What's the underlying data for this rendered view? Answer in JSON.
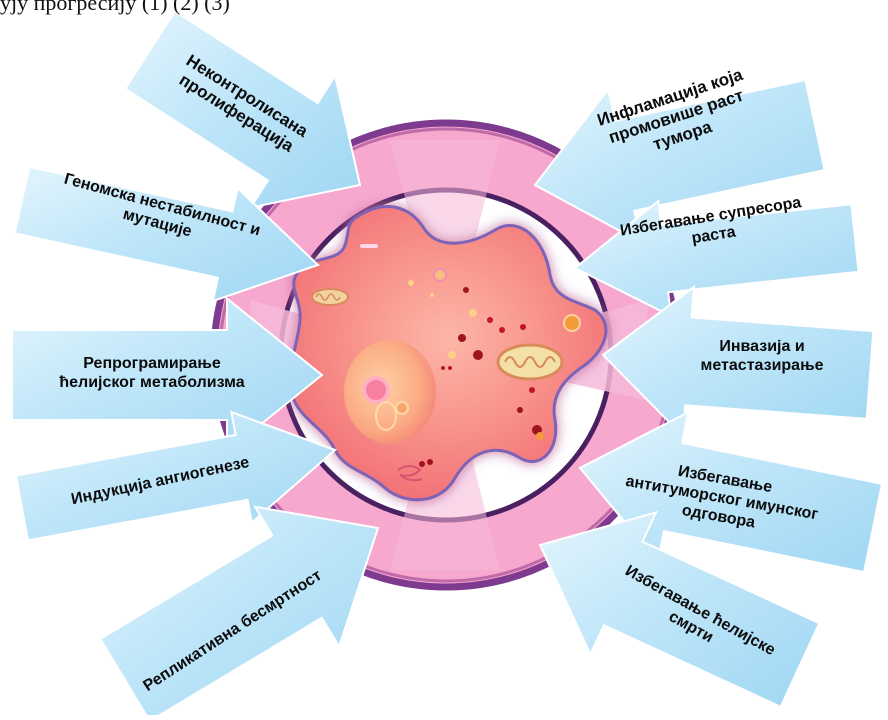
{
  "caption": "ују прогресију (1) (2) (3)",
  "hallmarks": [
    {
      "lines": [
        "Неконтролисана",
        "пролиферација"
      ]
    },
    {
      "lines": [
        "Инфламација која",
        "промовише раст",
        "тумора"
      ]
    },
    {
      "lines": [
        "Геномска нестабилност и",
        "мутације"
      ]
    },
    {
      "lines": [
        "Избегавање супресора",
        "раста"
      ]
    },
    {
      "lines": [
        "Репрограмирање",
        "ћелијског метаболизма"
      ]
    },
    {
      "lines": [
        "Инвазија и",
        "метастазирање"
      ]
    },
    {
      "lines": [
        "Индукција ангиогенезе"
      ]
    },
    {
      "lines": [
        "Избегавање",
        "антитуморског имунског",
        "одговора"
      ]
    },
    {
      "lines": [
        "Репликативна бесмртност"
      ]
    },
    {
      "lines": [
        "Избегавање ћелијске",
        "смрти"
      ]
    }
  ],
  "colors": {
    "arrow_fill": "#a9dcf5",
    "arrow_light": "#e4f5fd",
    "ring_pink": "#f7a8cf",
    "ring_rim": "#7d3a8e",
    "cell_fill": "#f47b79",
    "nucleus_fill": "#fbb17e",
    "text": "#0b0b0b"
  }
}
